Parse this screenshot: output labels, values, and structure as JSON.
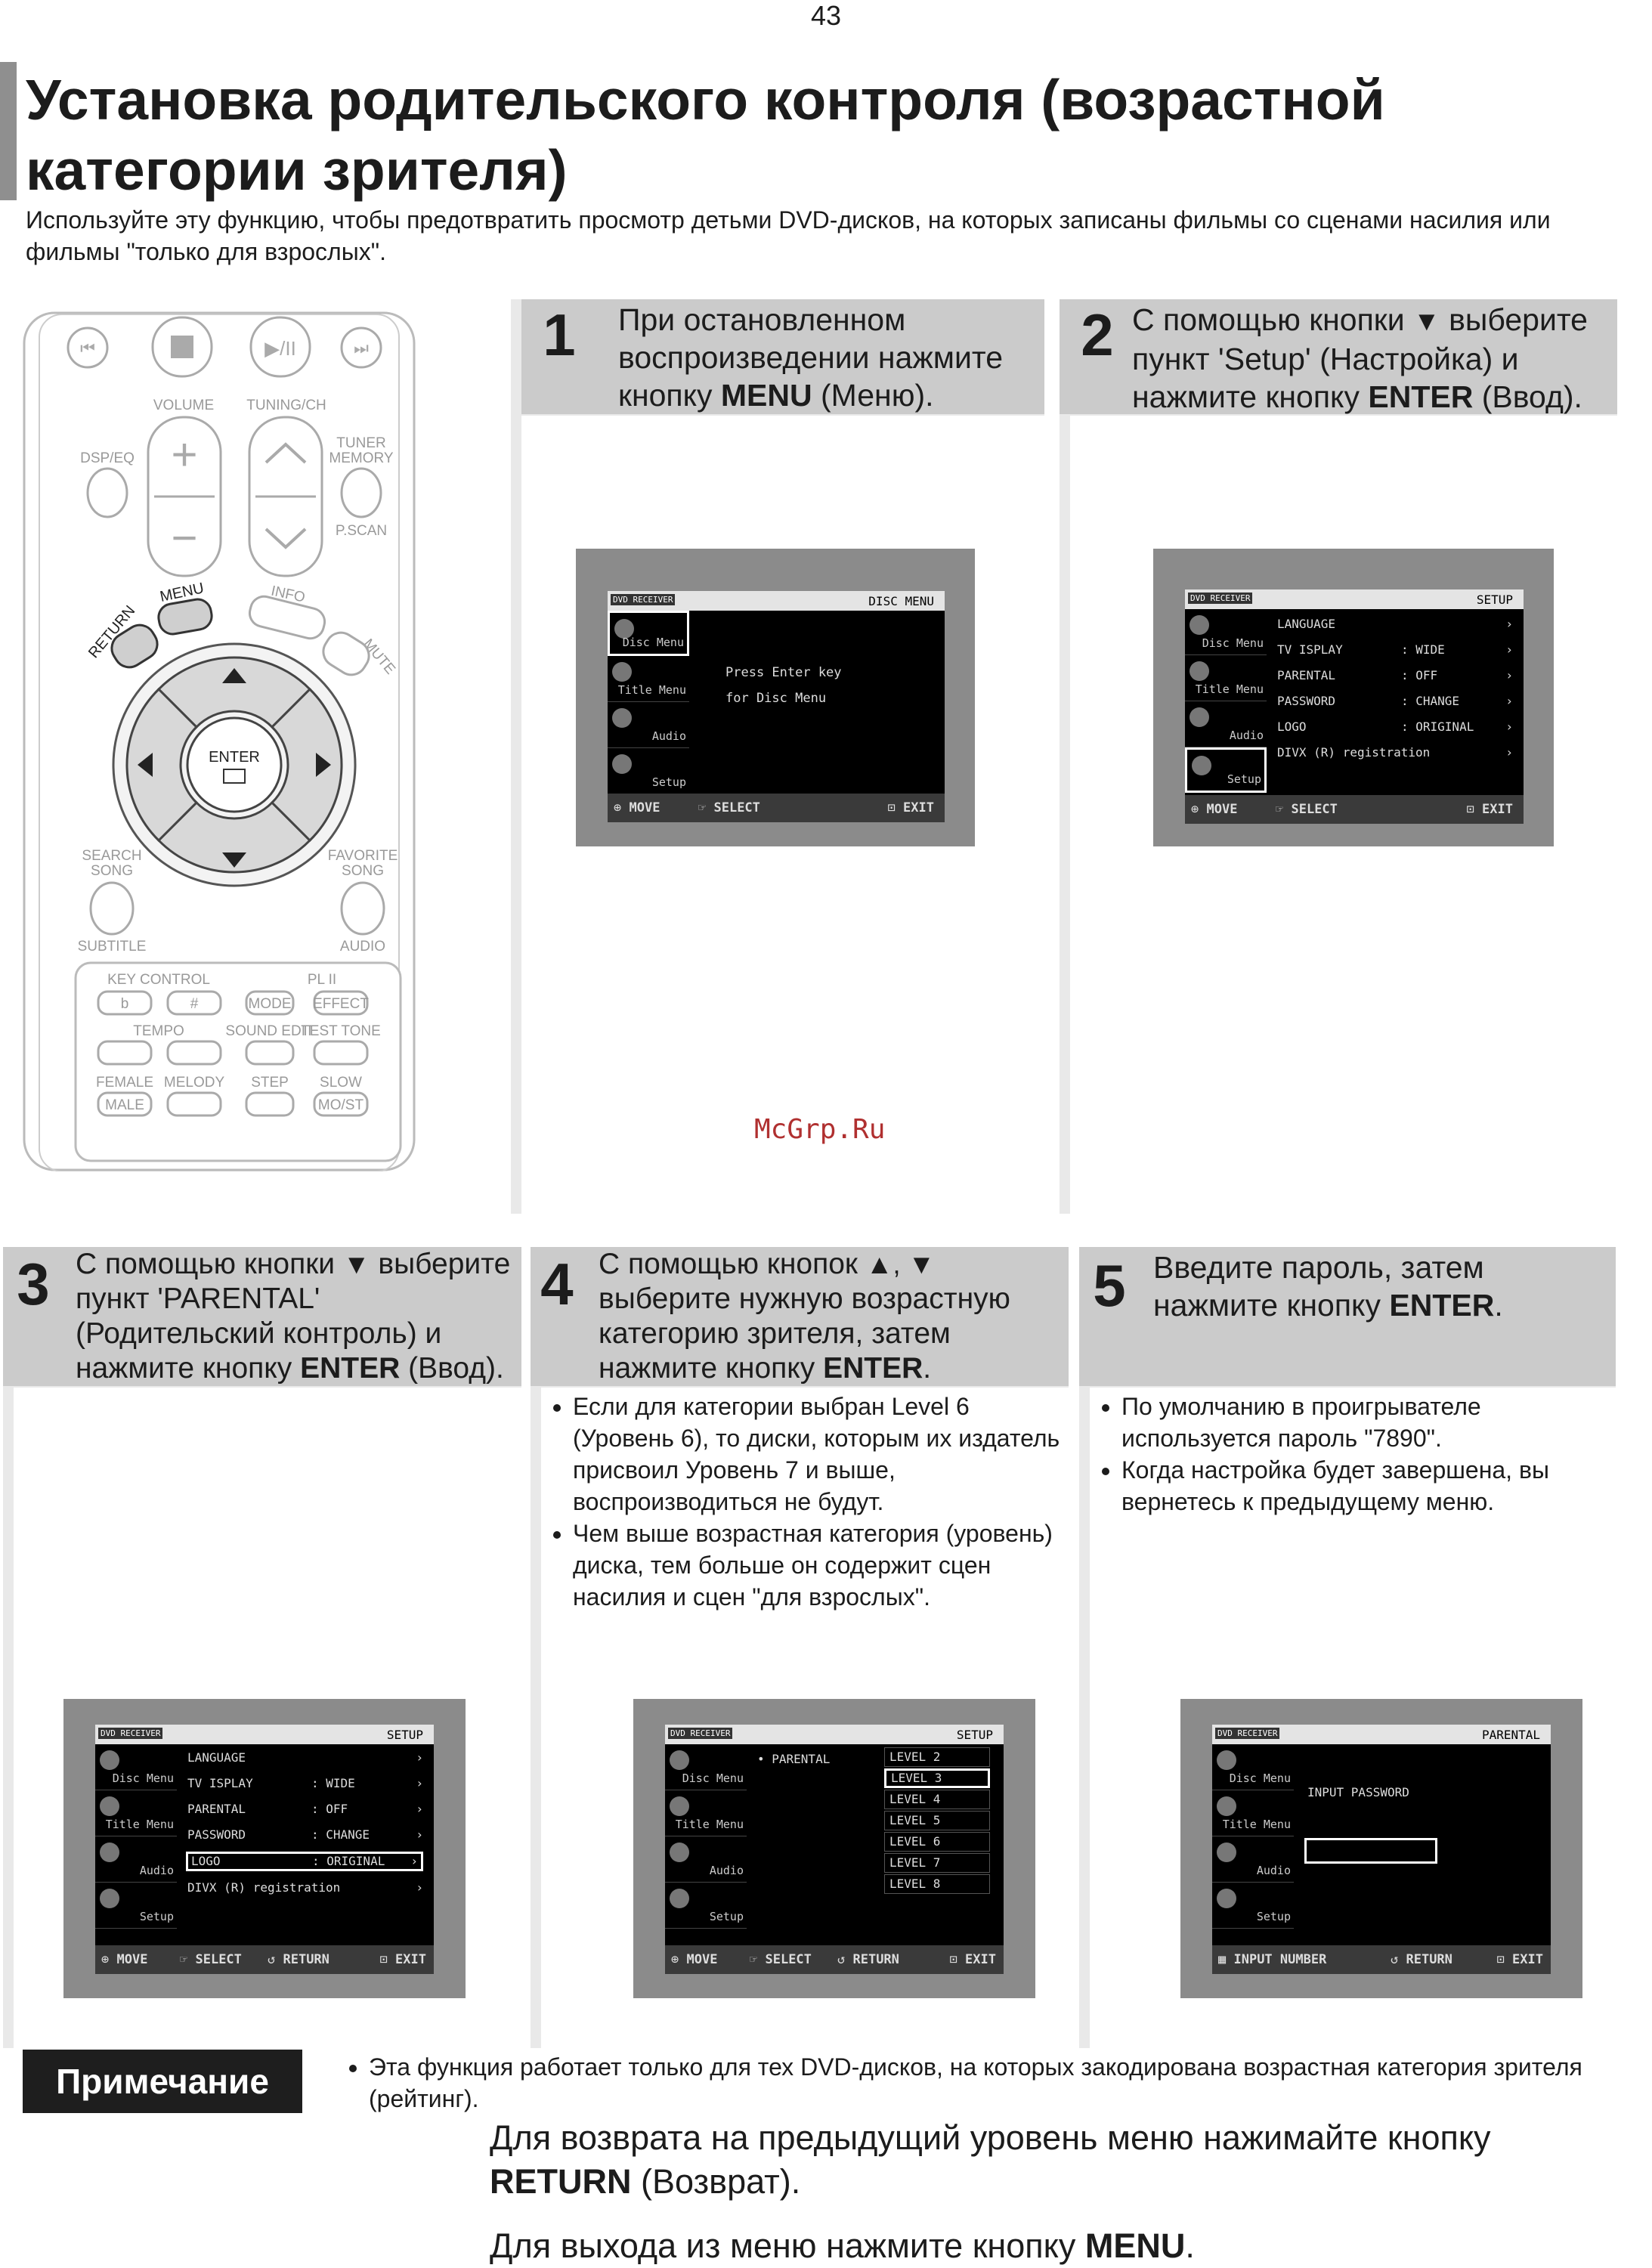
{
  "page_number": "43",
  "title": "Установка родительского контроля (возрастной категории зрителя)",
  "intro": "Используйте эту функцию, чтобы предотвратить просмотр детьми DVD-дисков, на которых записаны фильмы со сценами насилия или фильмы \"только для взрослых\".",
  "watermark": "McGrp.Ru",
  "remote": {
    "labels": {
      "volume": "VOLUME",
      "tuning": "TUNING/CH",
      "dsp": "DSP/EQ",
      "tuner_memory": "TUNER MEMORY",
      "pscan": "P.SCAN",
      "menu": "MENU",
      "info": "INFO",
      "return": "RETURN",
      "mute": "MUTE",
      "enter": "ENTER",
      "search_song": "SEARCH SONG",
      "favorite_song": "FAVORITE SONG",
      "subtitle": "SUBTITLE",
      "audio": "AUDIO",
      "key_control": "KEY CONTROL",
      "pl2": "PL II",
      "mode": "MODE",
      "effect": "EFFECT",
      "tempo": "TEMPO",
      "sound_edit": "SOUND EDIT",
      "test_tone": "TEST TONE",
      "female": "FEMALE",
      "melody": "MELODY",
      "step": "STEP",
      "slow": "SLOW",
      "male": "MALE",
      "mo_st": "MO/ST",
      "flat": "b",
      "sharp": "#",
      "minus": "-",
      "plus": "+"
    }
  },
  "steps": [
    {
      "num": "1",
      "text_a": "При остановленном воспроизведении нажмите кнопку ",
      "bold": "MENU",
      "text_b": " (Меню)."
    },
    {
      "num": "2",
      "text_a": "С помощью кнопки ",
      "glyph": "▼",
      "text_a2": " выберите пункт 'Setup' (Настройка) и нажмите кнопку ",
      "bold": "ENTER",
      "text_b": " (Ввод)."
    },
    {
      "num": "3",
      "text_a": "С помощью кнопки ",
      "glyph": "▼",
      "text_a2": " выберите пункт 'PARENTAL' (Родительский контроль) и нажмите кнопку ",
      "bold": "ENTER",
      "text_b": " (Ввод)."
    },
    {
      "num": "4",
      "text_a": "С помощью кнопок ",
      "glyph": "▲, ▼",
      "text_a2": " выберите нужную возрастную категорию зрителя, затем нажмите кнопку ",
      "bold": "ENTER",
      "text_b": "."
    },
    {
      "num": "5",
      "text_a": "Введите пароль, затем нажмите кнопку ",
      "bold": "ENTER",
      "text_b": "."
    }
  ],
  "step4_bullets": [
    "Если для категории выбран Level 6 (Уровень 6), то диски, которым их издатель присвоил Уровень 7 и выше, воспроизводиться не будут.",
    "Чем выше возрастная категория (уровень) диска, тем больше он содержит сцен насилия и сцен \"для взрослых\"."
  ],
  "step5_bullets": [
    "По умолчанию в проигрывателе используется пароль \"7890\".",
    "Когда настройка будет завершена, вы вернетесь к предыдущему меню."
  ],
  "screens": {
    "brand": "DVD RECEIVER",
    "side": [
      "Disc Menu",
      "Title Menu",
      "Audio",
      "Setup"
    ],
    "s1": {
      "title": "DISC MENU",
      "msg1": "Press Enter key",
      "msg2": "for Disc Menu",
      "bot": [
        "MOVE",
        "SELECT",
        "EXIT"
      ]
    },
    "setup": {
      "title": "SETUP",
      "rows": [
        {
          "k": "LANGUAGE",
          "v": "",
          "arrow": "›"
        },
        {
          "k": "TV ISPLAY",
          "v": ": WIDE",
          "arrow": "›"
        },
        {
          "k": "PARENTAL",
          "v": ": OFF",
          "arrow": "›"
        },
        {
          "k": "PASSWORD",
          "v": ": CHANGE",
          "arrow": "›"
        },
        {
          "k": "LOGO",
          "v": ": ORIGINAL",
          "arrow": "›"
        },
        {
          "k": "DIVX (R) registration",
          "v": "",
          "arrow": "›"
        }
      ]
    },
    "bot2": [
      "MOVE",
      "SELECT",
      "EXIT"
    ],
    "bot3": [
      "MOVE",
      "SELECT",
      "RETURN",
      "EXIT"
    ],
    "s4": {
      "title": "SETUP",
      "item": "PARENTAL",
      "levels": [
        "LEVEL 2",
        "LEVEL 3",
        "LEVEL 4",
        "LEVEL 5",
        "LEVEL 6",
        "LEVEL 7",
        "LEVEL 8"
      ]
    },
    "s5": {
      "title": "PARENTAL",
      "prompt": "INPUT PASSWORD",
      "bot": [
        "INPUT NUMBER",
        "RETURN",
        "EXIT"
      ]
    }
  },
  "note": {
    "label": "Примечание",
    "text": "Эта функция работает только для тех DVD-дисков, на которых закодирована возрастная категория зрителя (рейтинг)."
  },
  "return_line": {
    "a": "Для возврата на предыдущий уровень меню нажимайте кнопку ",
    "bold": "RETURN",
    "b": " (Возврат)."
  },
  "exit_line": {
    "a": "Для выхода из меню нажмите кнопку ",
    "bold": "MENU",
    "b": "."
  }
}
